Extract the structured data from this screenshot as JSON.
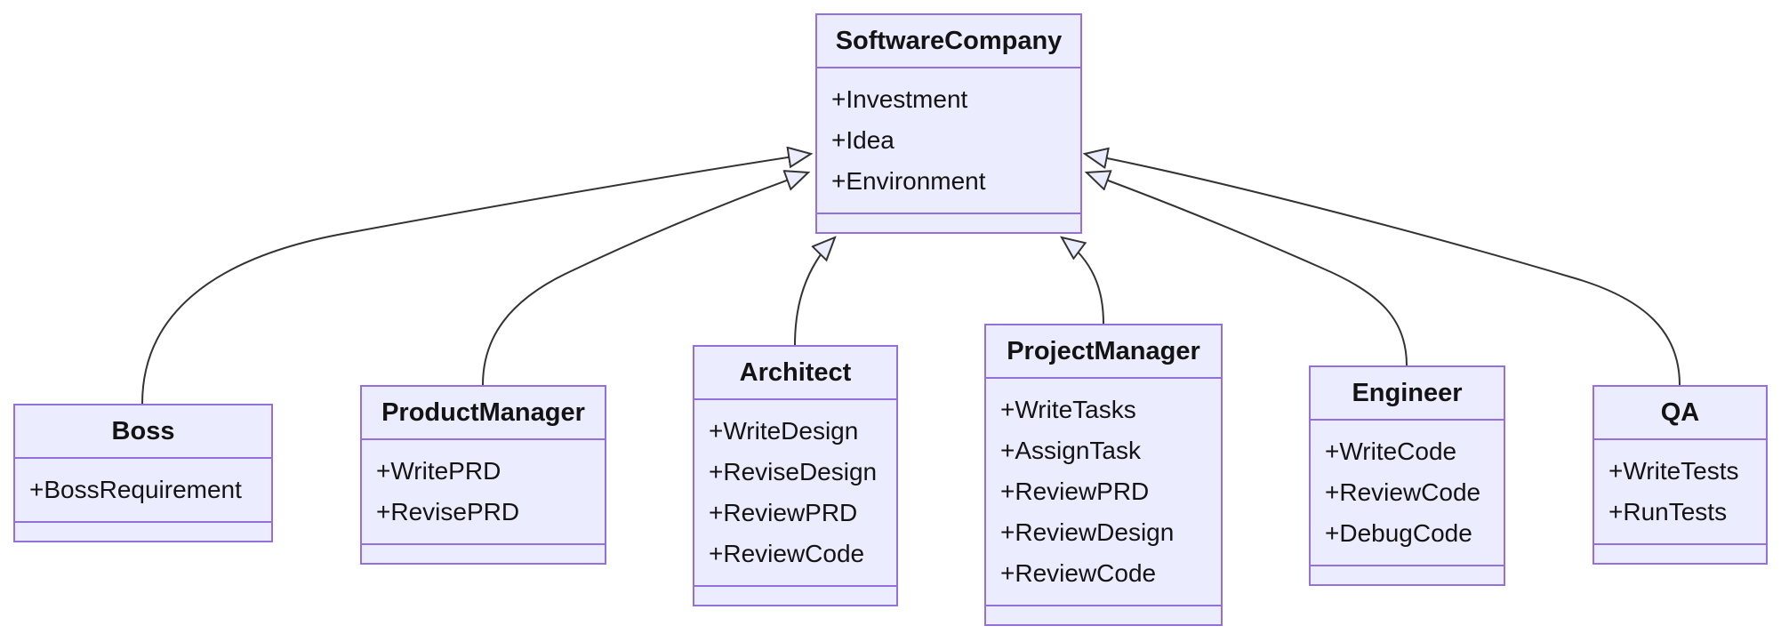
{
  "diagram": {
    "type": "uml-class-diagram",
    "background_color": "#FFFFFF",
    "node_fill_color": "#ECECFF",
    "node_border_color": "#9370DB",
    "edge_color": "#333333",
    "text_color": "#131313",
    "classes": [
      {
        "name": "SoftwareCompany",
        "members": [
          "+Investment",
          "+Idea",
          "+Environment"
        ]
      },
      {
        "name": "Boss",
        "members": [
          "+BossRequirement"
        ]
      },
      {
        "name": "ProductManager",
        "members": [
          "+WritePRD",
          "+RevisePRD"
        ]
      },
      {
        "name": "Architect",
        "members": [
          "+WriteDesign",
          "+ReviseDesign",
          "+ReviewPRD",
          "+ReviewCode"
        ]
      },
      {
        "name": "ProjectManager",
        "members": [
          "+WriteTasks",
          "+AssignTask",
          "+ReviewPRD",
          "+ReviewDesign",
          "+ReviewCode"
        ]
      },
      {
        "name": "Engineer",
        "members": [
          "+WriteCode",
          "+ReviewCode",
          "+DebugCode"
        ]
      },
      {
        "name": "QA",
        "members": [
          "+WriteTests",
          "+RunTests"
        ]
      }
    ],
    "relations": [
      {
        "from": "Boss",
        "to": "SoftwareCompany",
        "type": "inheritance"
      },
      {
        "from": "ProductManager",
        "to": "SoftwareCompany",
        "type": "inheritance"
      },
      {
        "from": "Architect",
        "to": "SoftwareCompany",
        "type": "inheritance"
      },
      {
        "from": "ProjectManager",
        "to": "SoftwareCompany",
        "type": "inheritance"
      },
      {
        "from": "Engineer",
        "to": "SoftwareCompany",
        "type": "inheritance"
      },
      {
        "from": "QA",
        "to": "SoftwareCompany",
        "type": "inheritance"
      }
    ]
  }
}
